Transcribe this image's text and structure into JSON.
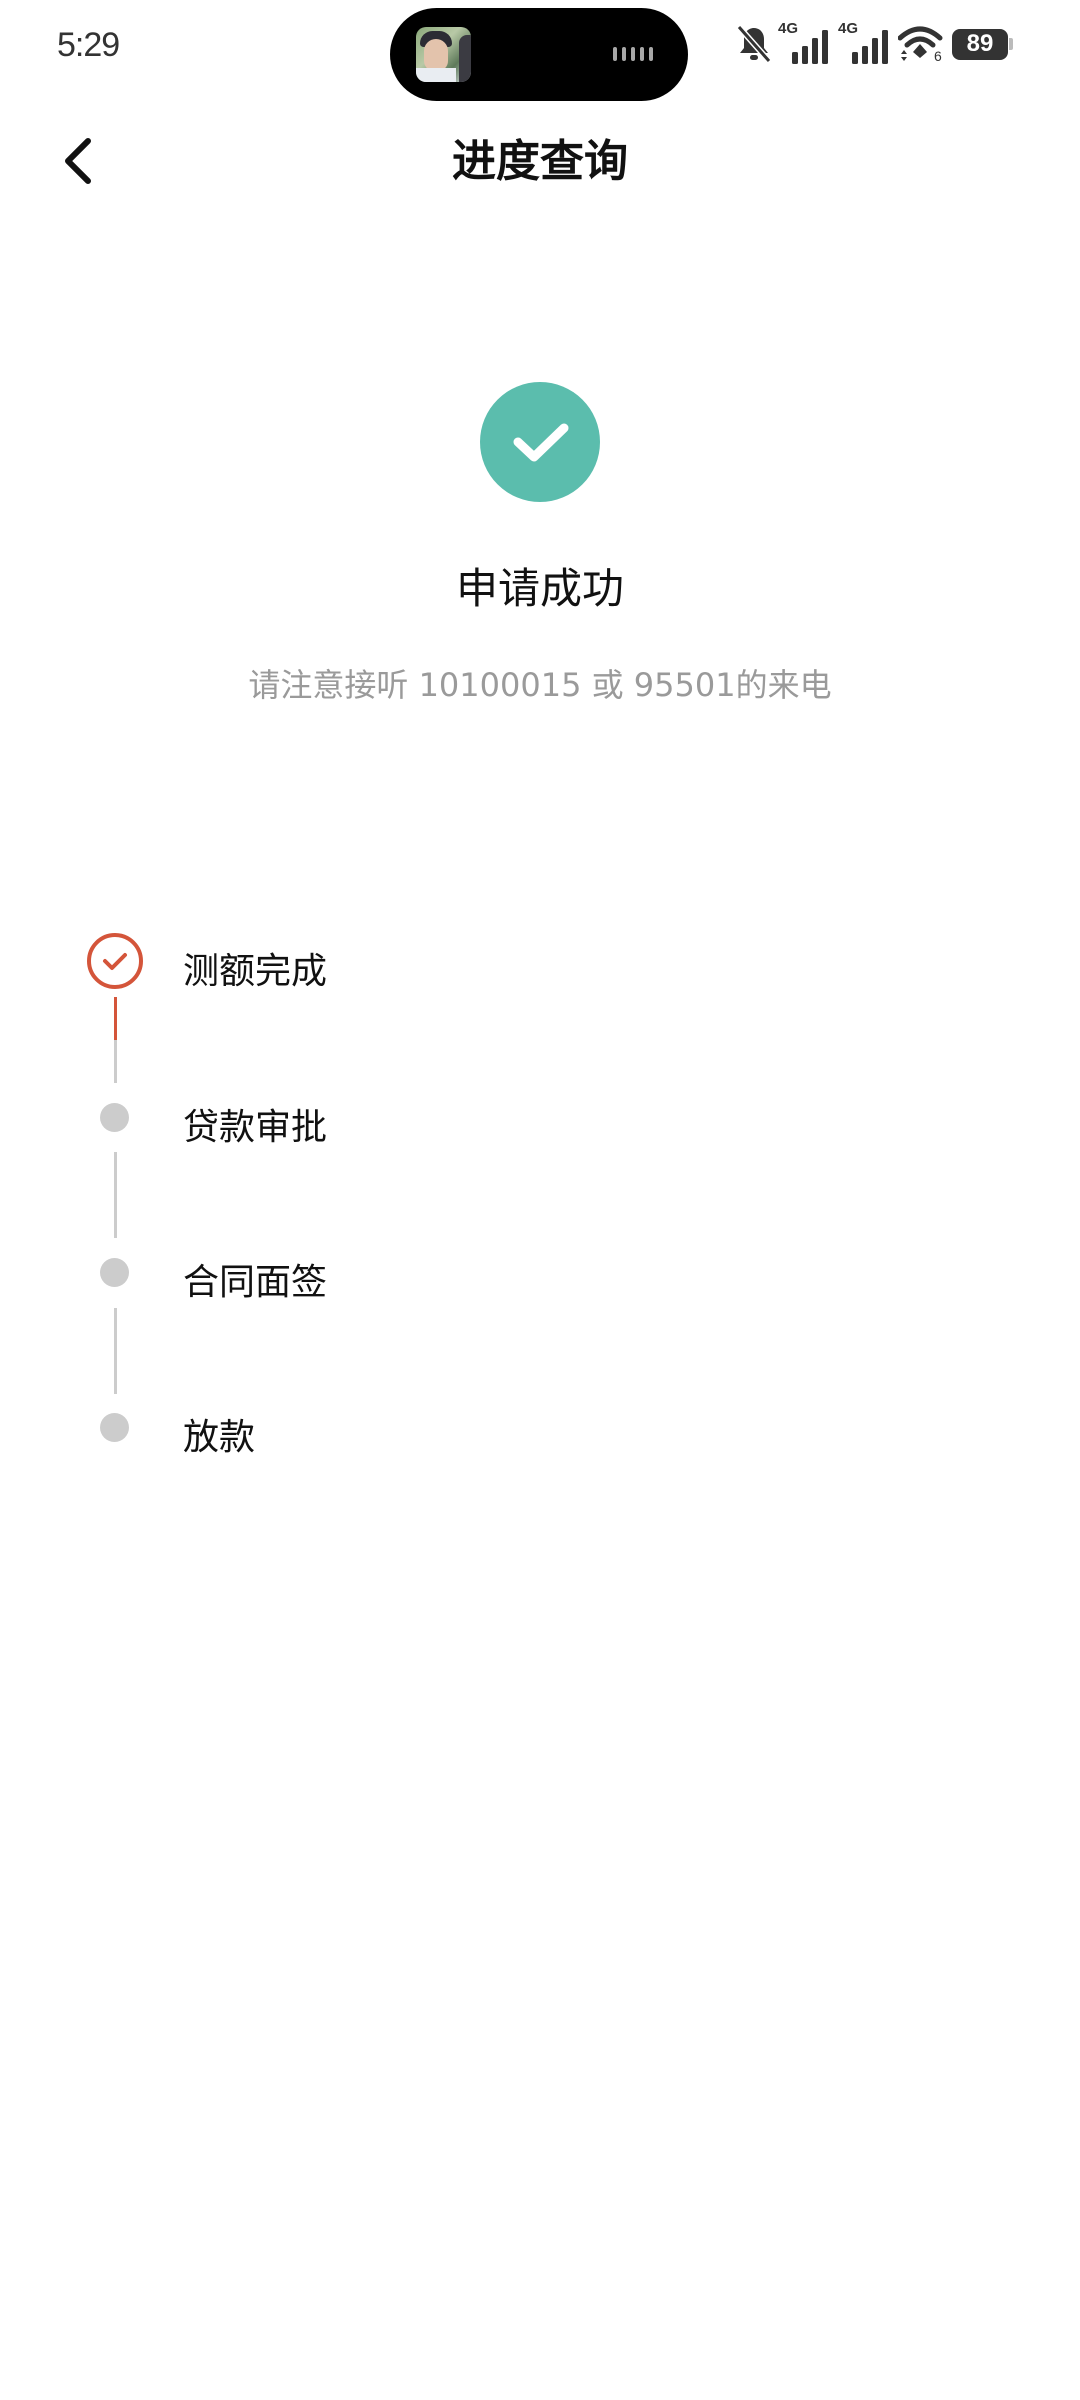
{
  "status_bar": {
    "time": "5:29",
    "battery": "89",
    "network_1": "4G",
    "network_2": "4G",
    "wifi_badge": "6",
    "icons": [
      "bell-muted-icon",
      "signal-4g-icon",
      "signal-4g-icon",
      "wifi-icon",
      "battery-icon"
    ]
  },
  "dynamic_island": {
    "media": "video-thumbnail",
    "indicator": "audio-bars-icon"
  },
  "header": {
    "back_icon": "chevron-left-icon",
    "title": "进度查询"
  },
  "result": {
    "icon": "check-circle-icon",
    "icon_color": "#5bbdad",
    "title": "申请成功",
    "subtitle": "请注意接听 10100015 或 95501的来电"
  },
  "progress": {
    "accent_color": "#d4553a",
    "inactive_color": "#cccccc",
    "steps": [
      {
        "label": "测额完成",
        "status": "done"
      },
      {
        "label": "贷款审批",
        "status": "pending"
      },
      {
        "label": "合同面签",
        "status": "pending"
      },
      {
        "label": "放款",
        "status": "pending"
      }
    ]
  }
}
